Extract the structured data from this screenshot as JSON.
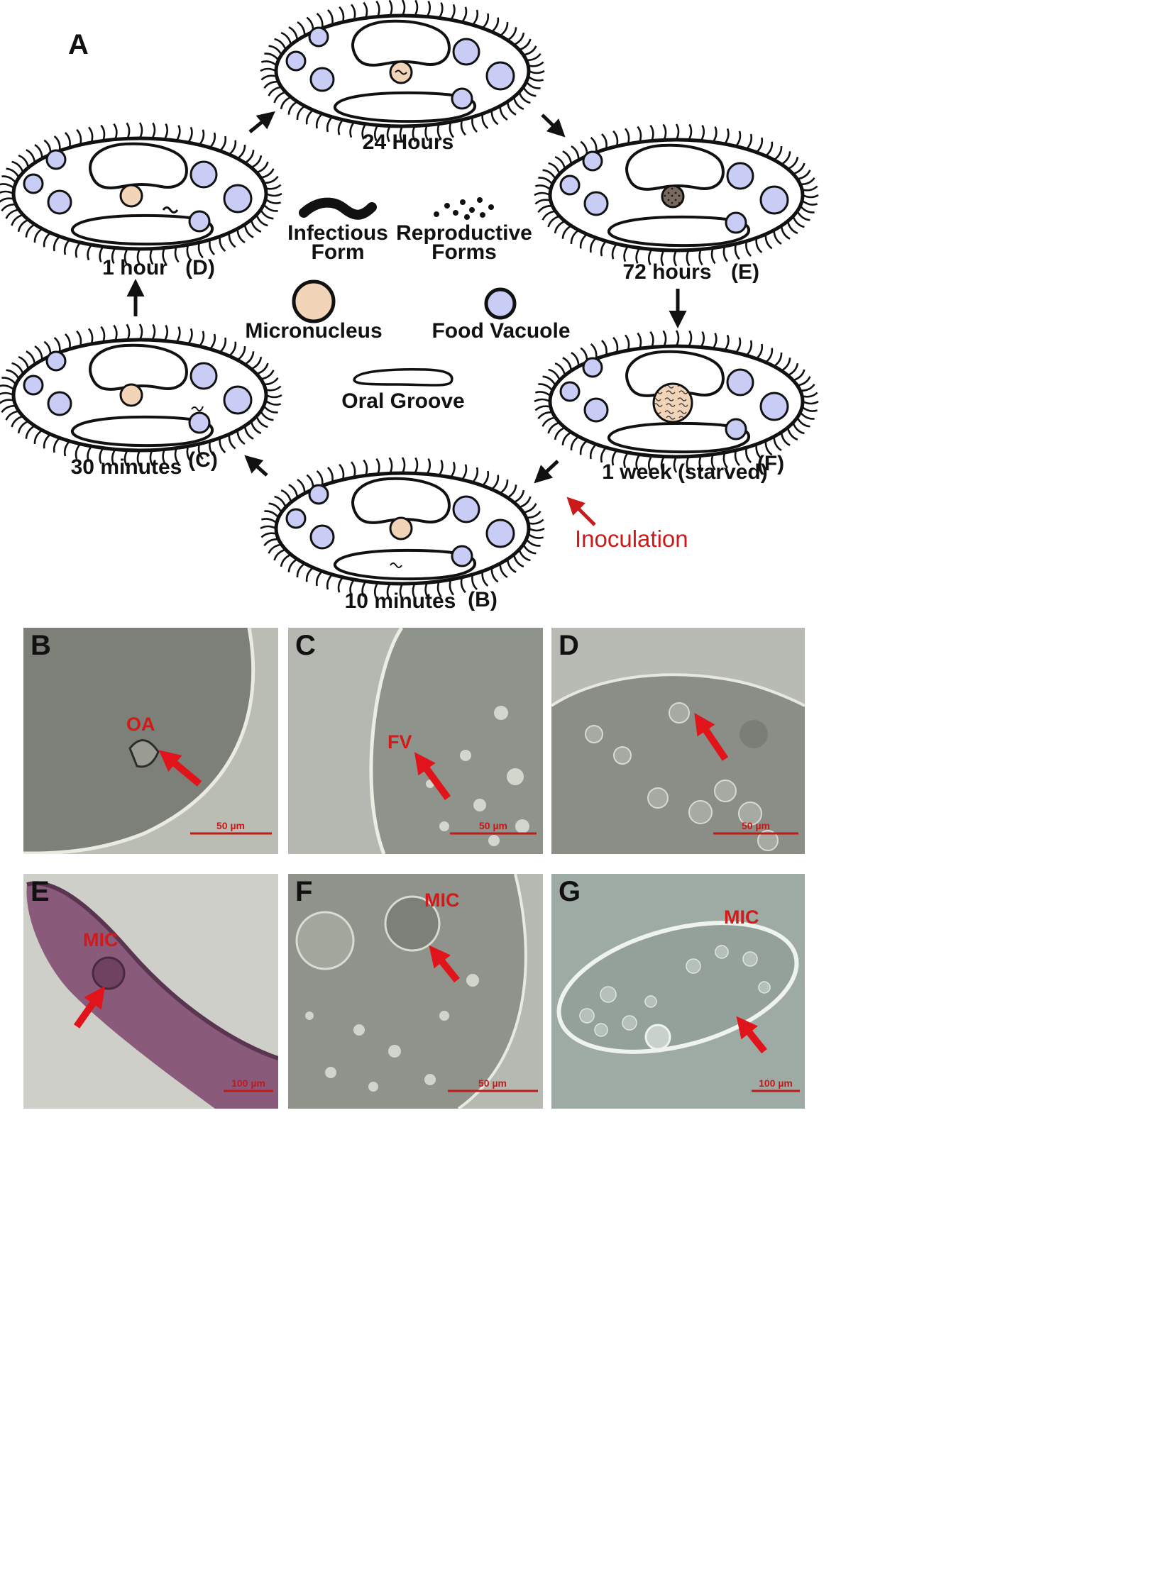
{
  "panel_a_letter": "A",
  "stages": {
    "s24h": {
      "time": "24 Hours",
      "tag": ""
    },
    "s1h": {
      "time": "1 hour",
      "tag": "(D)"
    },
    "s72h": {
      "time": "72 hours",
      "tag": "(E)"
    },
    "s30m": {
      "time": "30 minutes",
      "tag": "(C)"
    },
    "s1w": {
      "time": "1 week (starved)",
      "tag": "(F)"
    },
    "s10m": {
      "time": "10 minutes",
      "tag": "(B)"
    }
  },
  "legend": {
    "infectious": [
      "Infectious",
      "Form"
    ],
    "reproductive": [
      "Reproductive",
      "Forms"
    ],
    "micronucleus": "Micronucleus",
    "food_vacuole": "Food Vacuole",
    "oral_groove": "Oral Groove",
    "inoculation": "Inoculation"
  },
  "colors": {
    "micronucleus": "#f2d4b8",
    "food_vacuole": "#c9cdf6",
    "inoculation_red": "#cc1a1a",
    "annotation_red": "#d11a1a"
  },
  "micrographs": [
    {
      "letter": "B",
      "annotation": "OA",
      "scale": "50 µm"
    },
    {
      "letter": "C",
      "annotation": "FV",
      "scale": "50 µm"
    },
    {
      "letter": "D",
      "annotation": "",
      "scale": "50 µm"
    },
    {
      "letter": "E",
      "annotation": "MIC",
      "scale": "100 µm"
    },
    {
      "letter": "F",
      "annotation": "MIC",
      "scale": "50 µm"
    },
    {
      "letter": "G",
      "annotation": "MIC",
      "scale": "100 µm"
    }
  ]
}
